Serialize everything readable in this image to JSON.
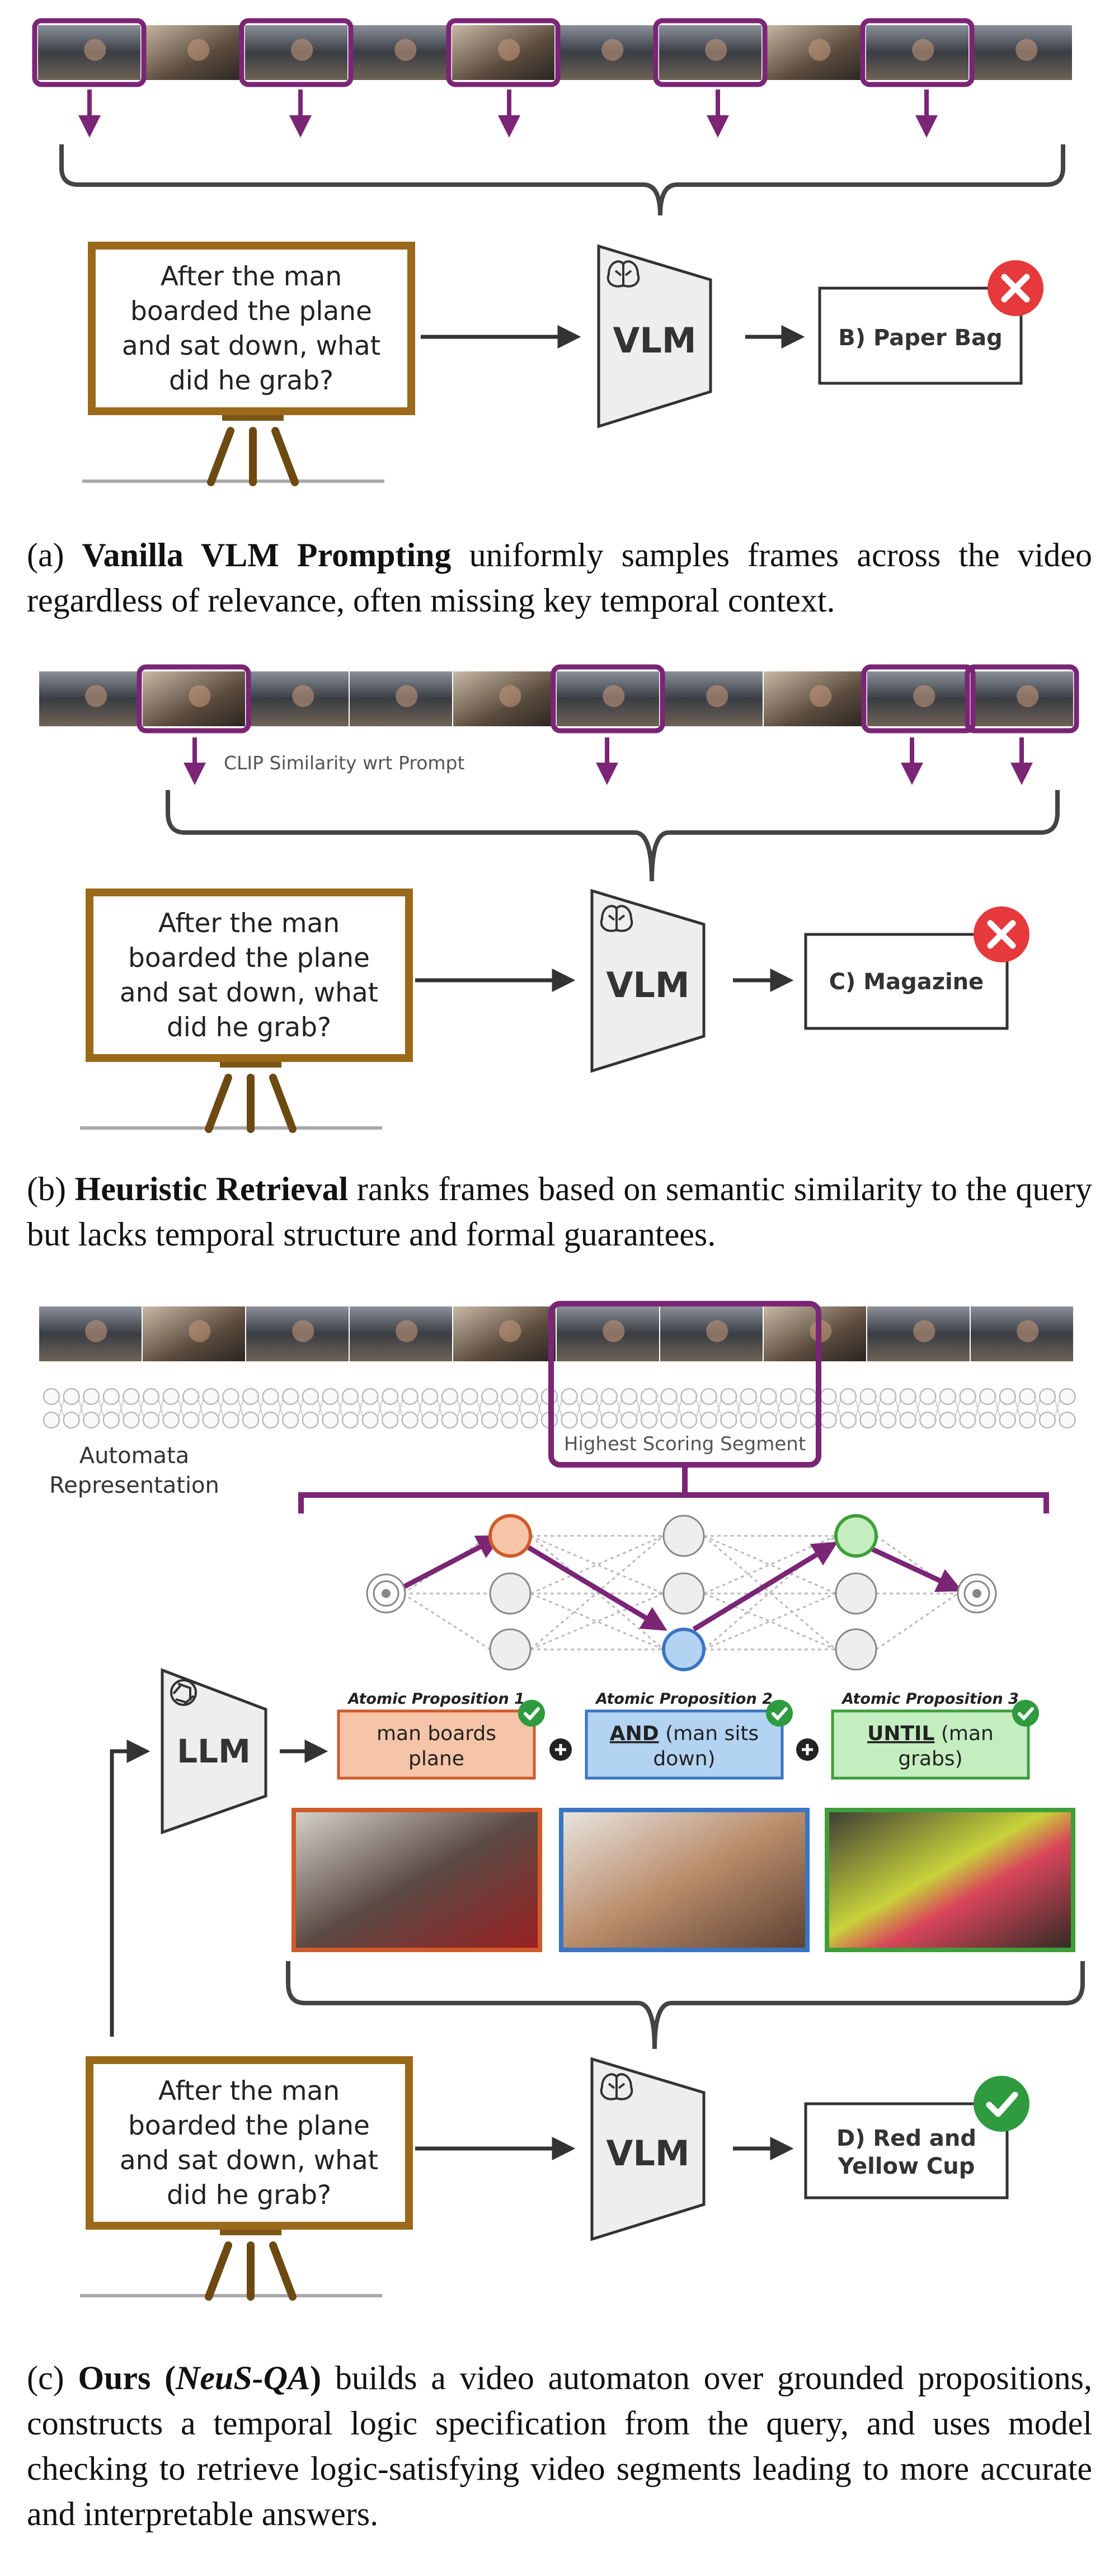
{
  "question": [
    "After the man",
    "boarded the plane",
    "and sat down, what",
    "did he grab?"
  ],
  "vlm_label": "VLM",
  "llm_label": "LLM",
  "panel_a": {
    "answer": "B) Paper Bag",
    "verdict": "wrong",
    "caption": {
      "tag": "(a)",
      "bold": "Vanilla VLM Prompting",
      "rest": "uniformly samples frames across the video regardless of relevance, often missing key temporal context."
    }
  },
  "panel_b": {
    "retrieval_label": "CLIP Similarity wrt Prompt",
    "answer": "C) Magazine",
    "verdict": "wrong",
    "caption": {
      "tag": "(b)",
      "bold": "Heuristic Retrieval",
      "rest": "ranks frames based on semantic similarity to the query but lacks temporal structure and formal guarantees."
    }
  },
  "panel_c": {
    "automata_label": [
      "Automata",
      "Representation"
    ],
    "segment_label": "Highest Scoring Segment",
    "propositions": [
      {
        "title": "Atomic Proposition 1",
        "op": "",
        "text": [
          "man boards",
          "plane"
        ]
      },
      {
        "title": "Atomic Proposition 2",
        "op": "AND",
        "text": [
          "(man sits",
          "down)"
        ]
      },
      {
        "title": "Atomic Proposition 3",
        "op": "UNTIL",
        "text": [
          "(man",
          "grabs)"
        ]
      }
    ],
    "answer": [
      "D) Red and",
      "Yellow Cup"
    ],
    "verdict": "correct",
    "caption": {
      "tag": "(c)",
      "bold": "Ours (",
      "bold_italic": "NeuS-QA",
      "bold_end": ")",
      "rest": "builds a video automaton over grounded propositions, constructs a temporal logic specification from the query, and uses model checking to retrieve logic-satisfying video segments leading to more accurate and interpretable answers."
    }
  },
  "colors": {
    "purple": "#7b2576",
    "wrong": "#e5393c",
    "correct": "#2e9b3f",
    "prop1_fill": "#f6c4a8",
    "prop1_border": "#d05a2a",
    "prop2_fill": "#b3d3f2",
    "prop2_border": "#3a75c4",
    "prop3_fill": "#c5eec0",
    "prop3_border": "#3f9e3a",
    "board_frame": "#9a6a1a"
  }
}
